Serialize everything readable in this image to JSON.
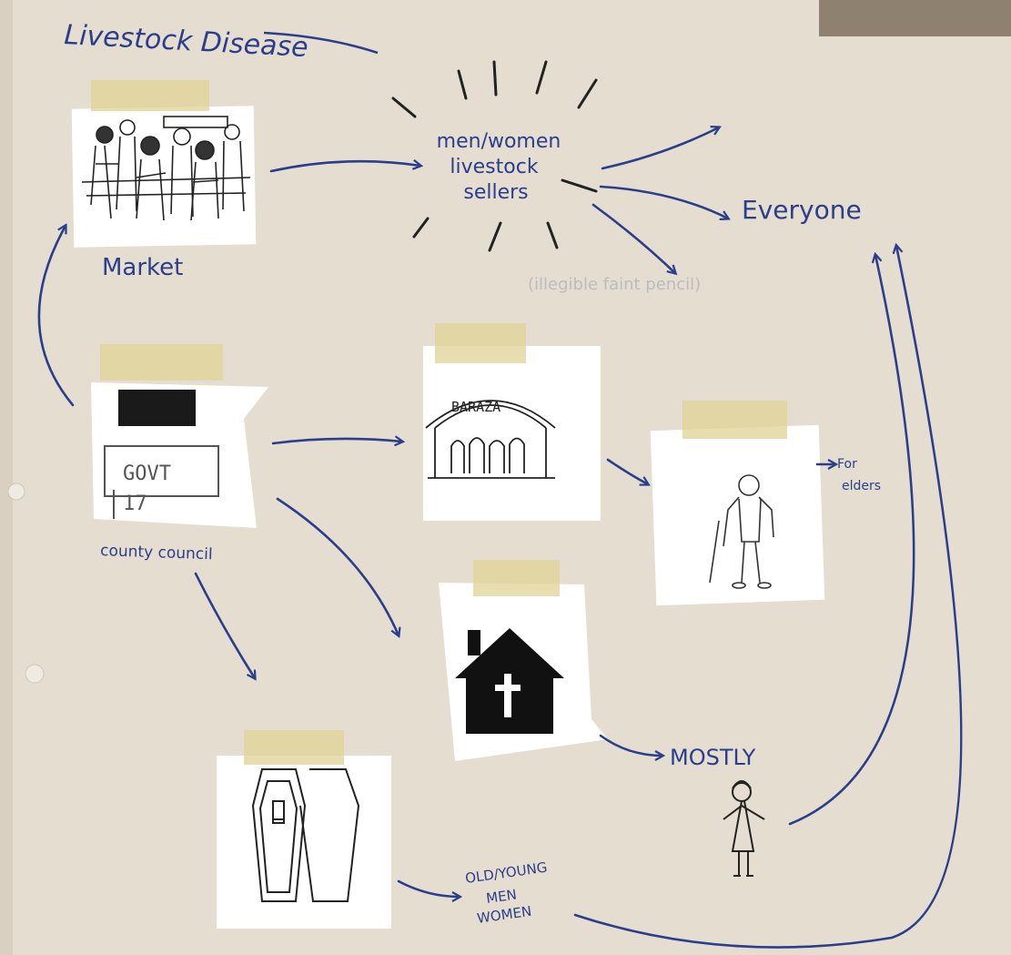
{
  "title": "Livestock Disease",
  "colors": {
    "paper": "#e4ddd0",
    "ink": "#2a3e8c",
    "tape": "#e2d49a",
    "faint": "#9aa0b8"
  },
  "nodes": {
    "market": {
      "label": "Market",
      "icon": "market-crowd-picture"
    },
    "sellers": {
      "label": [
        "men/women",
        "livestock",
        "sellers"
      ]
    },
    "everyone": {
      "label": "Everyone"
    },
    "faint_note": {
      "label": "(illegible faint pencil)"
    },
    "county_council": {
      "label": "county council",
      "sign_text": "GOVT",
      "sign_number": "17",
      "icon": "government-sign-picture"
    },
    "baraza": {
      "label": "BARAZA",
      "icon": "baraza-gathering-picture"
    },
    "elder": {
      "label": [
        "For",
        "elders"
      ],
      "icon": "elder-with-cane-picture"
    },
    "church": {
      "icon": "church-icon"
    },
    "mostly": {
      "label": "MOSTLY",
      "icon": "woman-figure-icon"
    },
    "funeral": {
      "icon": "coffin-icon"
    },
    "old_young": {
      "label": [
        "OLD/YOUNG",
        "MEN",
        "WOMEN"
      ]
    }
  }
}
